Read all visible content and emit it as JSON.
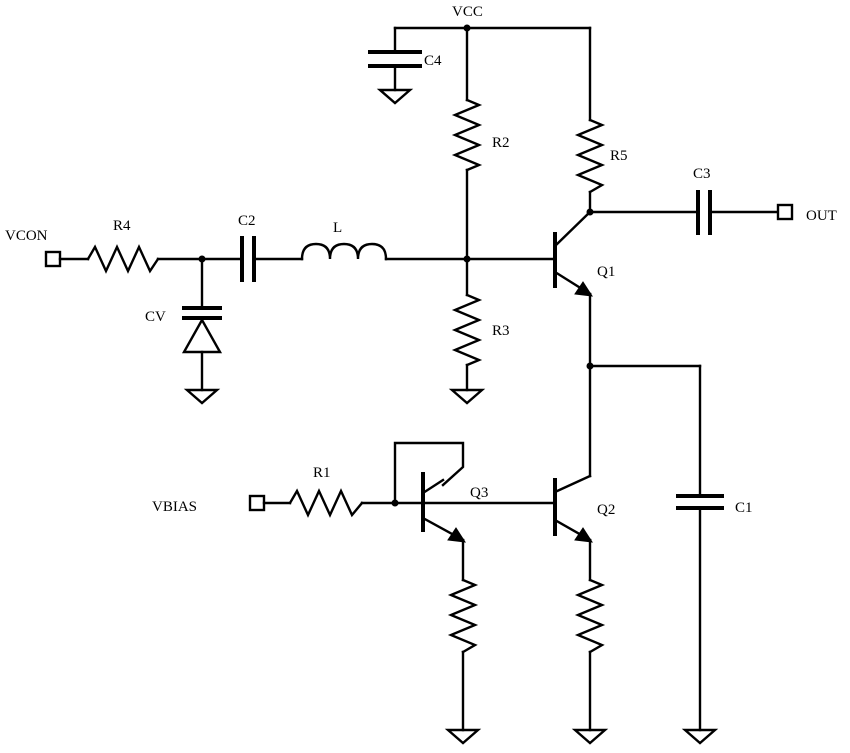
{
  "labels": {
    "vcc": "VCC",
    "c4": "C4",
    "r2": "R2",
    "r5": "R5",
    "c3": "C3",
    "out": "OUT",
    "vcon": "VCON",
    "r4": "R4",
    "c2": "C2",
    "l": "L",
    "q1": "Q1",
    "cv": "CV",
    "r3": "R3",
    "r1": "R1",
    "vbias": "VBIAS",
    "q3": "Q3",
    "q2": "Q2",
    "c1": "C1"
  }
}
